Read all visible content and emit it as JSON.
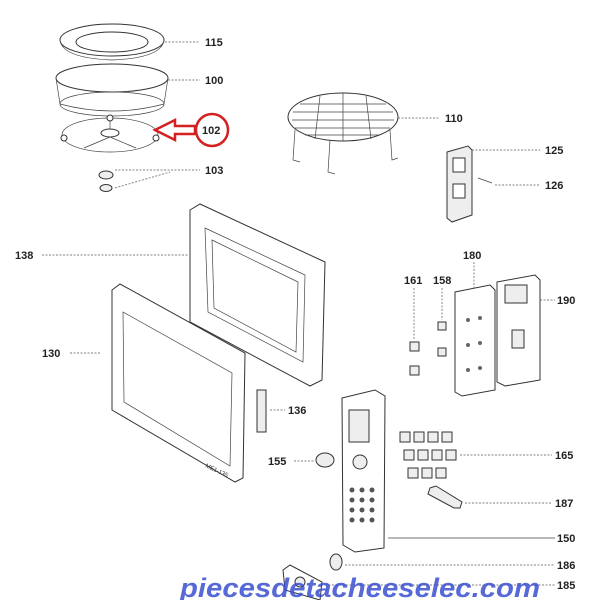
{
  "diagram": {
    "labels": {
      "p115": "115",
      "p100": "100",
      "p102": "102",
      "p103": "103",
      "p110": "110",
      "p125": "125",
      "p126": "126",
      "p138": "138",
      "p180": "180",
      "p161": "161",
      "p158": "158",
      "p190": "190",
      "p130": "130",
      "p136": "136",
      "p155": "155",
      "p165": "165",
      "p187": "187",
      "p150": "150",
      "p186": "186",
      "p185": "185"
    },
    "door_marking": "ME1-135",
    "highlight_color": "#d42020",
    "watermark": "piecesdetacheeselec.com"
  }
}
